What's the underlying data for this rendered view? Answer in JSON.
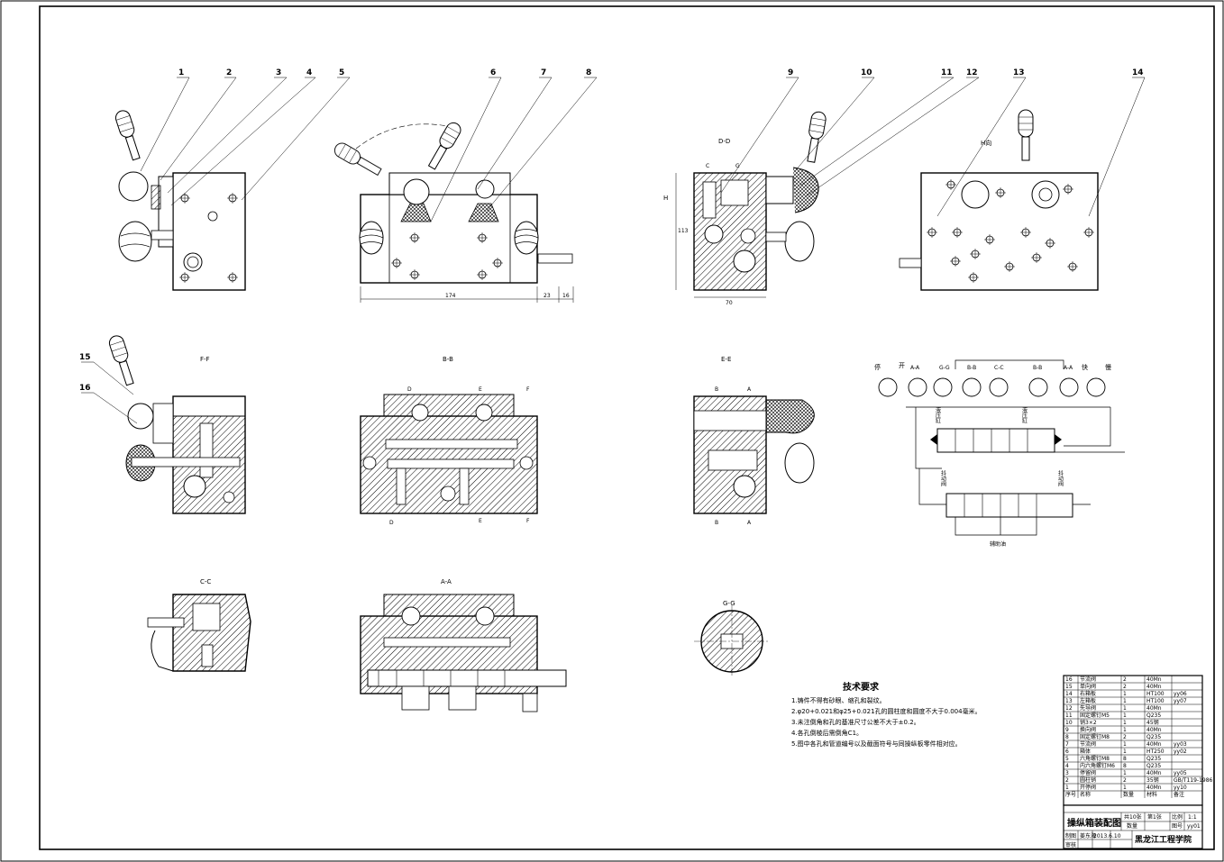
{
  "part_callouts": [
    "1",
    "2",
    "3",
    "4",
    "5",
    "6",
    "7",
    "8",
    "9",
    "10",
    "11",
    "12",
    "13",
    "14",
    "15",
    "16"
  ],
  "dimensions": {
    "width_main": "174",
    "small_a": "23",
    "small_b": "16",
    "dd_width": "70",
    "dd_height": "113",
    "dd_h_marker": "H"
  },
  "view_labels": {
    "dd": "D-D",
    "h_direction": "H向",
    "ff": "F-F",
    "bb": "B-B",
    "ee": "E-E",
    "cc": "C-C",
    "aa": "A-A",
    "gg": "G-G"
  },
  "section_markers": {
    "d": "D",
    "e": "E",
    "f": "F",
    "b": "B",
    "a": "A",
    "c": "C",
    "g": "G"
  },
  "hydraulic": {
    "positions": [
      "停",
      "开",
      "A-A",
      "G-G",
      "B-B",
      "C-C",
      "B-B",
      "A-A",
      "快",
      "慢"
    ],
    "cylinder_left": "液压缸",
    "cylinder_right": "液压缸",
    "valve_left": "抖动阀",
    "valve_right": "抖动阀",
    "aux_oil": "辅助油"
  },
  "technical_requirements": {
    "title": "技术要求",
    "items": [
      "1.铸件不得有砂眼、缩孔和裂纹。",
      "2.φ20+0.021和φ25+0.021孔的圆柱度和圆度不大于0.004毫米。",
      "3.未注倒角和孔的基准尺寸公差不大于±0.2。",
      "4.各孔倒棱后需倒角C1。",
      "5.图中各孔和管道编号以及截面符号与同操纵板零件相对应。"
    ]
  },
  "parts_list": {
    "columns": [
      "序号",
      "名称",
      "数量",
      "材料",
      "备注"
    ],
    "rows": [
      [
        "16",
        "节流阀",
        "2",
        "40Mn",
        ""
      ],
      [
        "15",
        "单向阀",
        "2",
        "40Mn",
        ""
      ],
      [
        "14",
        "右箱板",
        "1",
        "HT100",
        "yy06"
      ],
      [
        "13",
        "左箱板",
        "1",
        "HT100",
        "yy07"
      ],
      [
        "12",
        "先导阀",
        "1",
        "40Mn",
        ""
      ],
      [
        "11",
        "固定螺钉M5",
        "1",
        "Q235",
        ""
      ],
      [
        "10",
        "销3×2",
        "1",
        "45钢",
        ""
      ],
      [
        "9",
        "换向阀",
        "1",
        "40Mn",
        ""
      ],
      [
        "8",
        "固定螺钉M8",
        "2",
        "Q235",
        ""
      ],
      [
        "7",
        "节流阀",
        "1",
        "40Mn",
        "yy03"
      ],
      [
        "6",
        "箱体",
        "1",
        "HT250",
        "yy02"
      ],
      [
        "5",
        "六角螺钉M8",
        "8",
        "Q235",
        ""
      ],
      [
        "4",
        "内六角螺钉M6",
        "8",
        "Q235",
        ""
      ],
      [
        "3",
        "停留阀",
        "1",
        "40Mn",
        "yy05"
      ],
      [
        "2",
        "圆柱销",
        "2",
        "35钢",
        "GB/T119-1986"
      ],
      [
        "1",
        "开停阀",
        "1",
        "40Mn",
        "yy10"
      ]
    ]
  },
  "title_block": {
    "drawing_name": "操纵箱装配图",
    "sheets": "共10张",
    "sheet_no": "第1张",
    "scale_label": "比例",
    "scale": "1:1",
    "qty_label": "数量",
    "drawing_no_label": "图号",
    "drawing_no": "yy01",
    "drawn_label": "制图",
    "drawn_by": "姜东海",
    "date": "2013.6.10",
    "checked_label": "审核",
    "school": "黑龙江工程学院"
  }
}
